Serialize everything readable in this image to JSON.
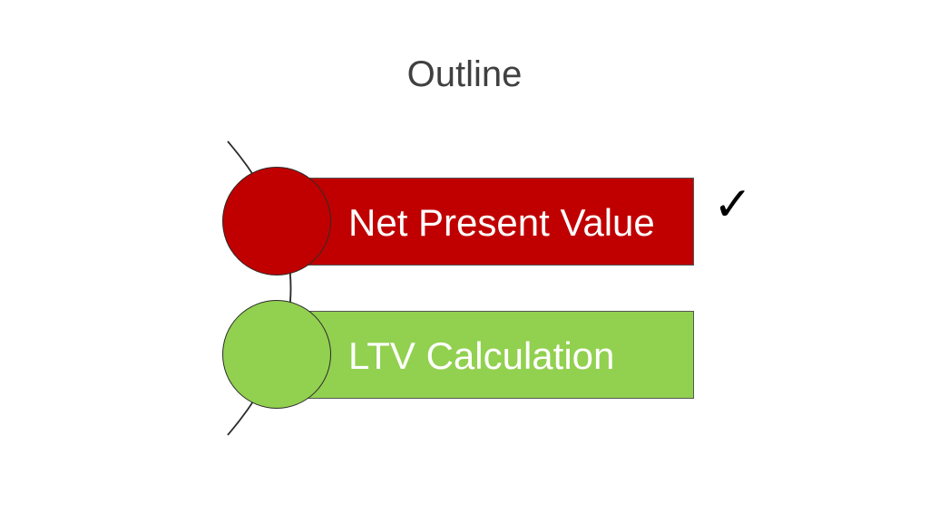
{
  "slide": {
    "title": "Outline"
  },
  "items": [
    {
      "label": "Net Present Value",
      "fill": "#c00000",
      "text_color": "#ffffff",
      "completed": true
    },
    {
      "label": "LTV Calculation",
      "fill": "#92d050",
      "text_color": "#ffffff",
      "completed": false
    }
  ],
  "check_mark": "✓",
  "icons": {
    "check": "check-icon"
  },
  "colors": {
    "active": "#c00000",
    "upcoming": "#92d050",
    "outline": "#2b2b2b"
  }
}
